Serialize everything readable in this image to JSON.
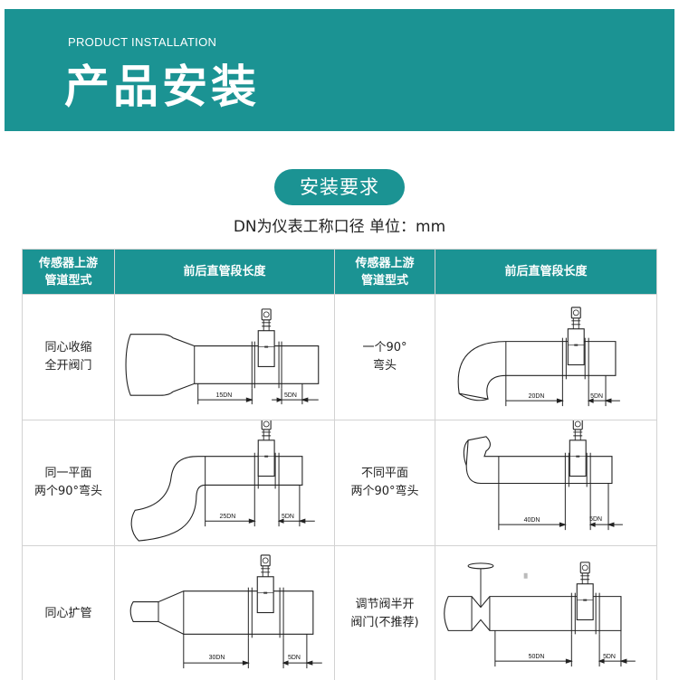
{
  "banner": {
    "subtitle": "PRODUCT INSTALLATION",
    "title": "产品安装"
  },
  "section": {
    "title": "安装要求",
    "unit_note": "DN为仪表工称口径 单位：mm"
  },
  "table": {
    "headers": {
      "type_col_line1": "传感器上游",
      "type_col_line2": "管道型式",
      "length_col": "前后直管段长度",
      "type_col2_line1": "传感器上游",
      "type_col2_line2": "管道型式",
      "length_col2": "前后直管段长度"
    },
    "rows": [
      {
        "left": {
          "line1": "同心收缩",
          "line2": "全开阀门",
          "upstream": "15DN",
          "downstream": "5DN"
        },
        "right": {
          "line1": "一个90°",
          "line2": "弯头",
          "upstream": "20DN",
          "downstream": "5DN"
        }
      },
      {
        "left": {
          "line1": "同一平面",
          "line2": "两个90°弯头",
          "upstream": "25DN",
          "downstream": "5DN"
        },
        "right": {
          "line1": "不同平面",
          "line2": "两个90°弯头",
          "upstream": "40DN",
          "downstream": "5DN"
        }
      },
      {
        "left": {
          "line1": "同心扩管",
          "line2": "",
          "upstream": "30DN",
          "downstream": "5DN"
        },
        "right": {
          "line1": "调节阀半开",
          "line2": "阀门(不推荐)",
          "upstream": "50DN",
          "downstream": "5DN"
        }
      }
    ]
  },
  "colors": {
    "brand_teal": "#1b9393",
    "grid_line": "#d2d2d2"
  }
}
